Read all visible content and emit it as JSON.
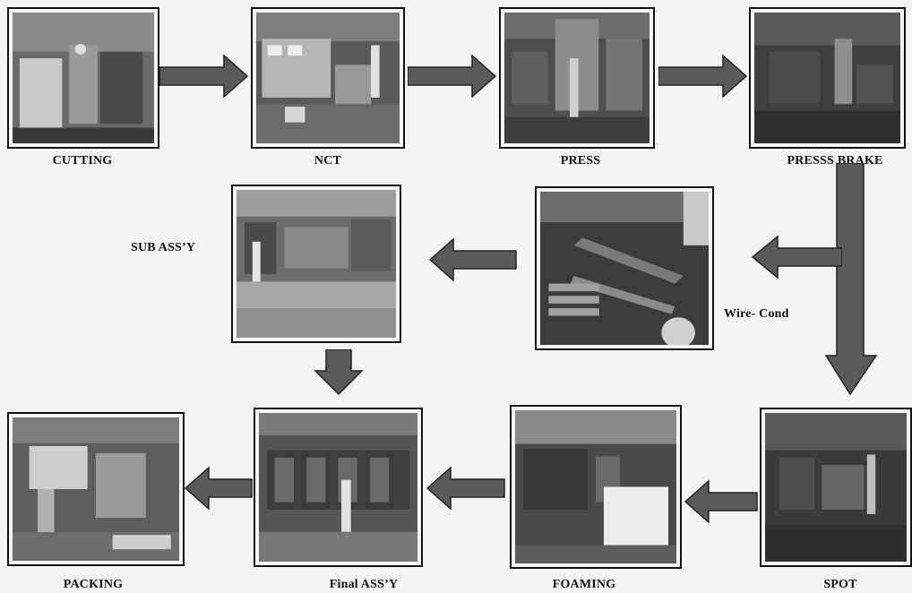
{
  "stages": {
    "cutting": "CUTTING",
    "nct": "NCT",
    "press": "PRESS",
    "press_brake": "PRESSS BRAKE",
    "sub_assy": "SUB ASS’Y",
    "wire_cond": "Wire- Cond",
    "packing": "PACKING",
    "final_assy": "Final ASS’Y",
    "foaming": "FOAMING",
    "spot": "SPOT"
  },
  "colors": {
    "arrow_fill": "#5a5a5a",
    "arrow_stroke": "#222222",
    "frame": "#111111",
    "background": "#f4f4f2"
  }
}
